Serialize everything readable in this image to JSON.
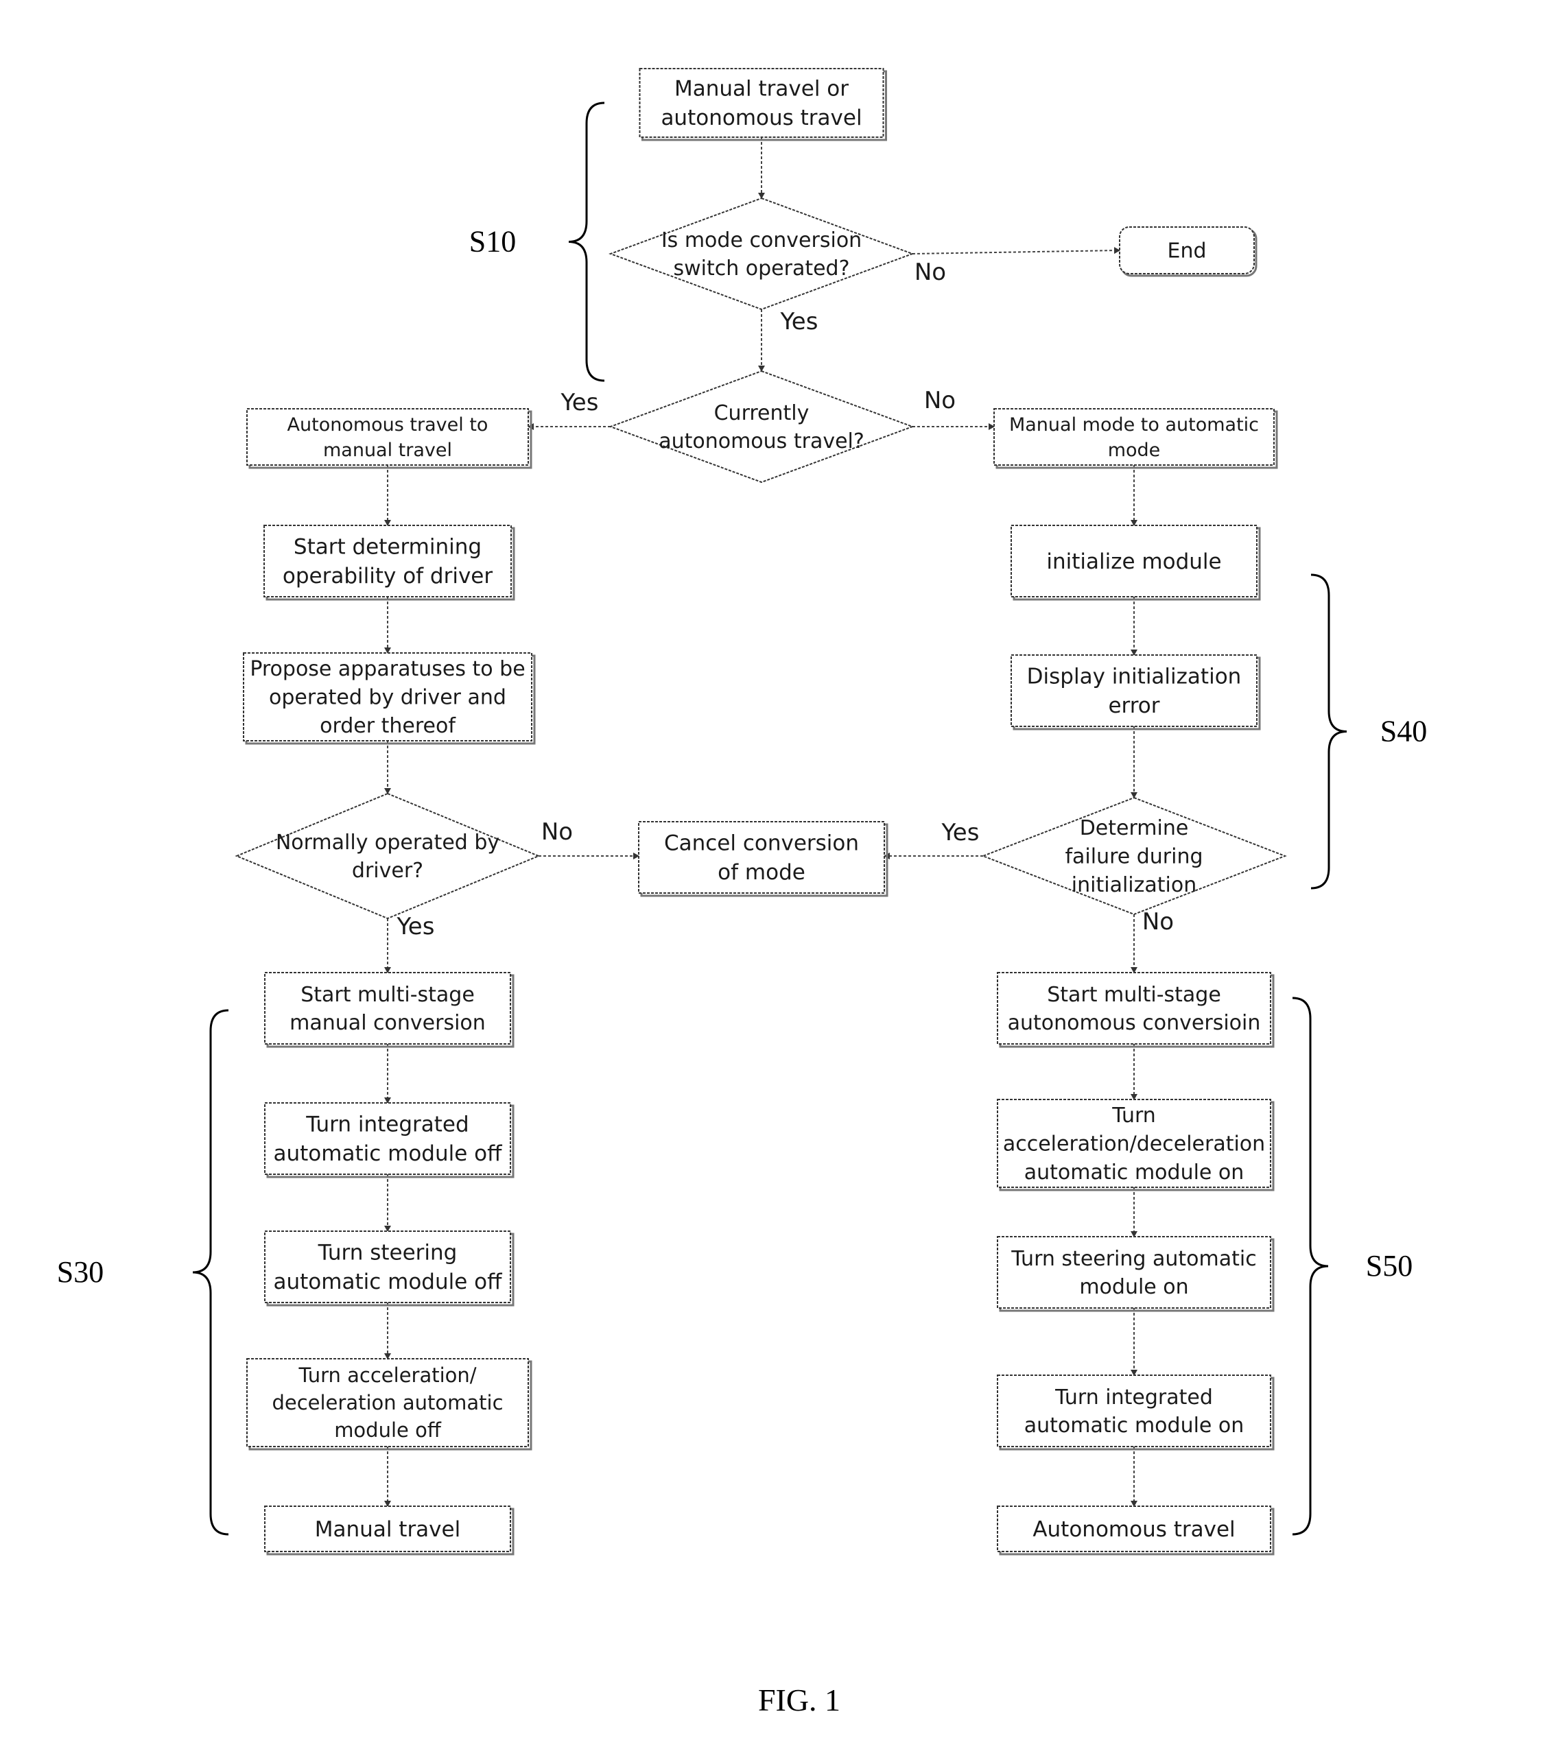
{
  "nodes": {
    "manual_or_auto": {
      "lines": [
        "Manual travel or",
        "autonomous travel"
      ]
    },
    "switch_operated": {
      "lines": [
        "Is mode conversion",
        "switch operated?"
      ]
    },
    "end": {
      "lines": [
        "End"
      ]
    },
    "currently_auto": {
      "lines": [
        "Currently",
        "autonomous travel?"
      ]
    },
    "auto_to_manual": {
      "lines": [
        "Autonomous travel  to",
        "manual travel"
      ]
    },
    "manual_to_auto": {
      "lines": [
        "Manual mode to automatic",
        "mode"
      ]
    },
    "start_determining": {
      "lines": [
        "Start determining",
        "operability of driver"
      ]
    },
    "initialize": {
      "lines": [
        "initialize module"
      ]
    },
    "propose": {
      "lines": [
        "Propose apparatuses to be",
        "operated by driver and",
        "order thereof"
      ]
    },
    "display_error": {
      "lines": [
        "Display initialization",
        "error"
      ]
    },
    "normally_operated": {
      "lines": [
        "Normally operated by",
        "driver?"
      ]
    },
    "cancel": {
      "lines": [
        "Cancel conversion",
        "of mode"
      ]
    },
    "determine_failure": {
      "lines": [
        "Determine",
        "failure during",
        "initialization"
      ]
    },
    "start_manual_conv": {
      "lines": [
        "Start multi-stage",
        "manual conversion"
      ]
    },
    "start_auto_conv": {
      "lines": [
        "Start multi-stage",
        "autonomous conversioin"
      ]
    },
    "integrated_off": {
      "lines": [
        "Turn integrated",
        "automatic module off"
      ]
    },
    "accel_on": {
      "lines": [
        "Turn",
        "acceleration/deceleration",
        "automatic module on"
      ]
    },
    "steering_off": {
      "lines": [
        "Turn steering",
        "automatic module off"
      ]
    },
    "steering_on": {
      "lines": [
        "Turn steering automatic",
        "module on"
      ]
    },
    "accel_off": {
      "lines": [
        "Turn acceleration/",
        "deceleration automatic",
        "module off"
      ]
    },
    "integrated_on": {
      "lines": [
        "Turn integrated",
        "automatic module on"
      ]
    },
    "manual_travel": {
      "lines": [
        "Manual travel"
      ]
    },
    "auto_travel": {
      "lines": [
        "Autonomous travel"
      ]
    }
  },
  "edge_labels": {
    "switch_no": "No",
    "switch_yes": "Yes",
    "current_yes": "Yes",
    "current_no": "No",
    "normal_no": "No",
    "normal_yes": "Yes",
    "failure_yes": "Yes",
    "failure_no": "No"
  },
  "steps": {
    "s10": "S10",
    "s30": "S30",
    "s40": "S40",
    "s50": "S50"
  },
  "figure_caption": "FIG. 1"
}
